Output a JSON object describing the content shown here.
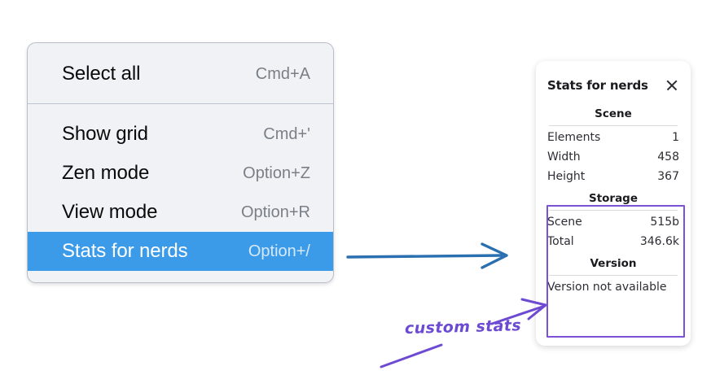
{
  "colors": {
    "menu_bg": "#F0F2F5",
    "menu_border": "#B9BFC9",
    "menu_highlight": "#3C9BE8",
    "menu_shortcut": "#7A7F87",
    "annotation_purple": "#6C4BD2",
    "highlight_box_purple": "#7B52D6",
    "arrow_blue": "#2A6FAF",
    "panel_bg": "#FFFFFF"
  },
  "context_menu": {
    "groups": [
      {
        "items": [
          {
            "label": "Select all",
            "shortcut": "Cmd+A",
            "selected": false
          }
        ]
      },
      {
        "items": [
          {
            "label": "Show grid",
            "shortcut": "Cmd+'",
            "selected": false
          },
          {
            "label": "Zen mode",
            "shortcut": "Option+Z",
            "selected": false
          },
          {
            "label": "View mode",
            "shortcut": "Option+R",
            "selected": false
          },
          {
            "label": "Stats for nerds",
            "shortcut": "Option+/",
            "selected": true
          }
        ]
      }
    ]
  },
  "stats_panel": {
    "title": "Stats for nerds",
    "close_icon": "close-icon",
    "sections": [
      {
        "title": "Scene",
        "rows": [
          {
            "key": "Elements",
            "value": "1"
          },
          {
            "key": "Width",
            "value": "458"
          },
          {
            "key": "Height",
            "value": "367"
          }
        ]
      },
      {
        "title": "Storage",
        "rows": [
          {
            "key": "Scene",
            "value": "515b"
          },
          {
            "key": "Total",
            "value": "346.6k"
          }
        ]
      },
      {
        "title": "Version",
        "note": "Version not available"
      }
    ]
  },
  "annotations": {
    "handwritten_label": "custom stats",
    "blue_arrow_name": "flow-arrow-menu-to-panel",
    "purple_arrow_name": "callout-arrow-to-custom-stats"
  }
}
